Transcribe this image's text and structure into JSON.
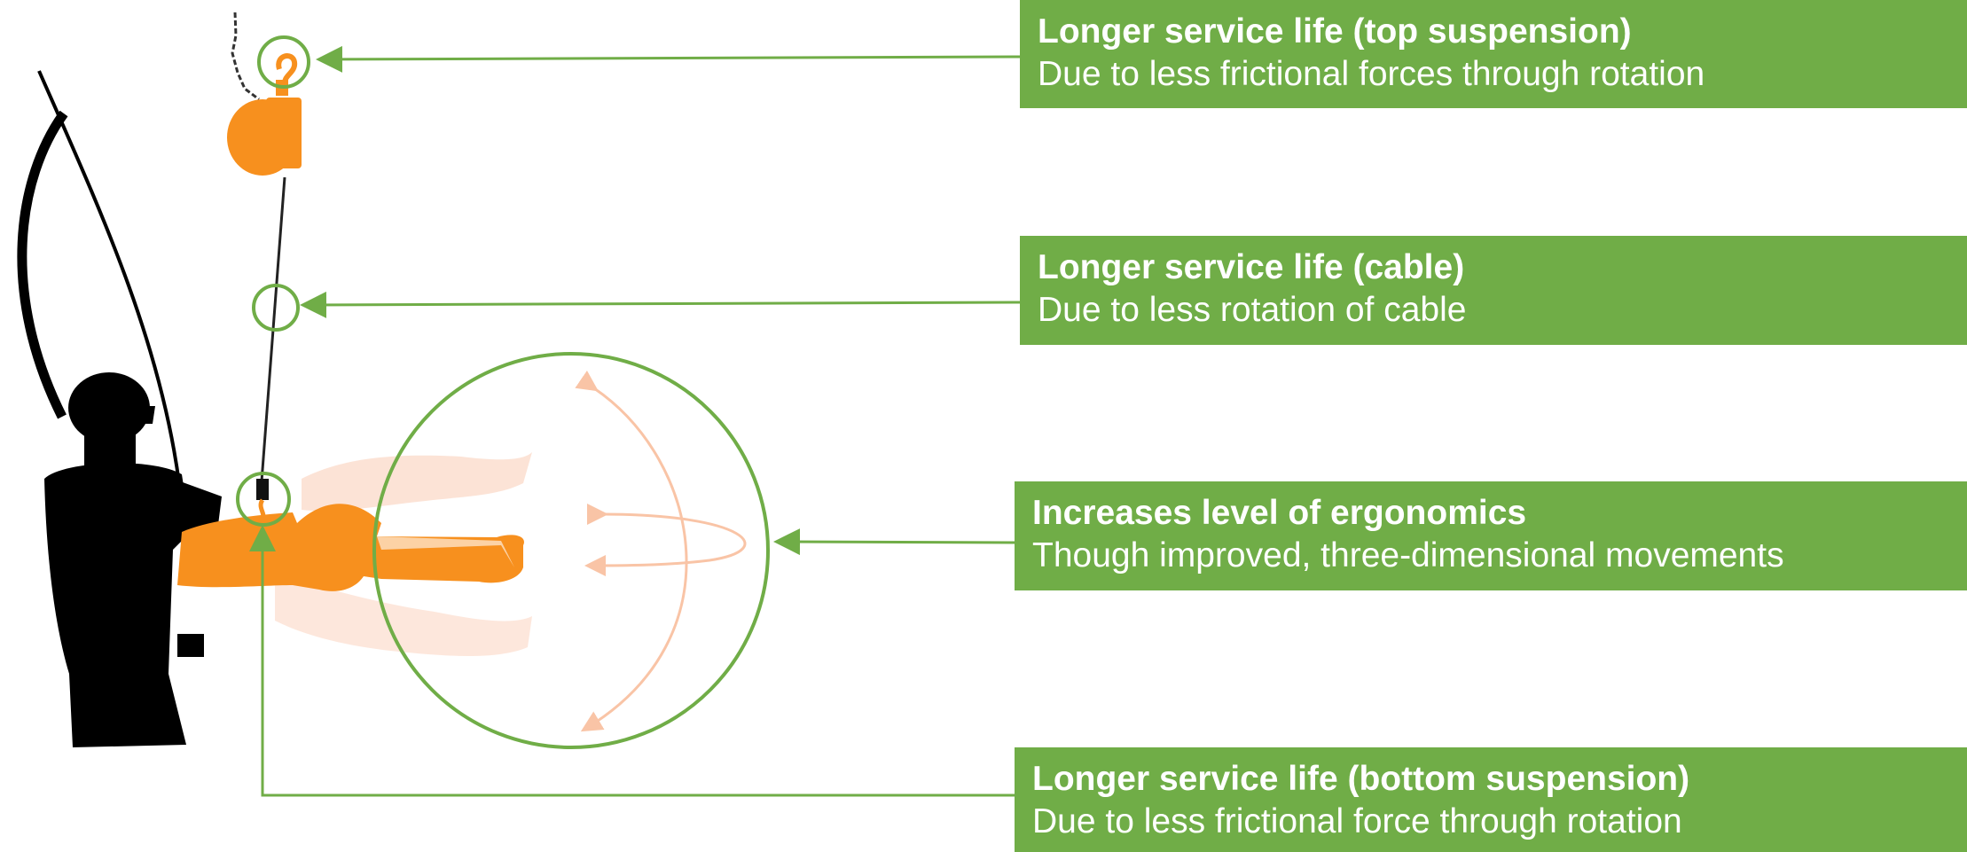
{
  "callouts": [
    {
      "id": "top-suspension",
      "title": "Longer service life (top suspension)",
      "description": "Due to less frictional forces through rotation"
    },
    {
      "id": "cable",
      "title": "Longer service life (cable)",
      "description": "Due to less rotation of cable"
    },
    {
      "id": "ergonomics",
      "title": "Increases level of ergonomics",
      "description": "Though improved, three-dimensional movements"
    },
    {
      "id": "bottom-suspension",
      "title": "Longer service life (bottom suspension)",
      "description": "Due to less frictional force through rotation"
    }
  ],
  "colors": {
    "callout_bg": "#70ad47",
    "callout_text": "#ffffff",
    "leader_line": "#70ad47",
    "balancer": "#f7901e",
    "motion_ghost": "#fbd9c4",
    "silhouette": "#000000"
  },
  "icons": {
    "worker": "worker-silhouette-icon",
    "balancer": "spring-balancer-icon",
    "tool": "chainsaw-tool-icon"
  }
}
